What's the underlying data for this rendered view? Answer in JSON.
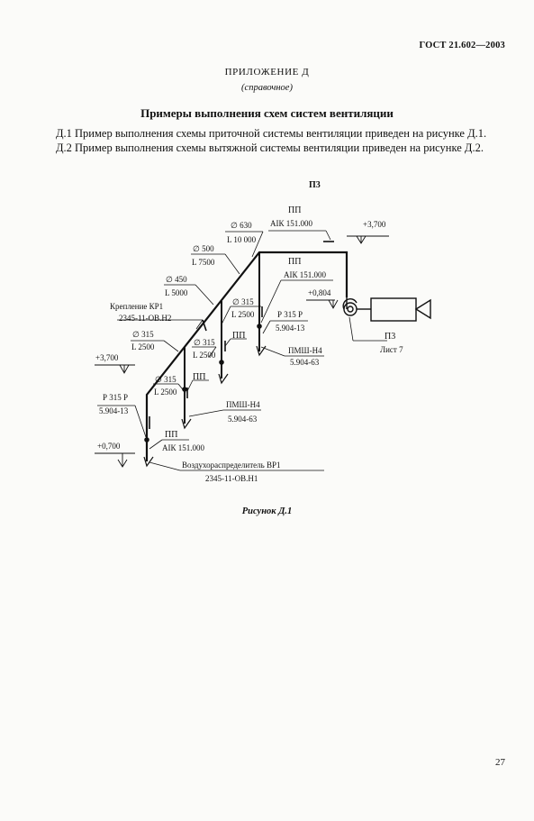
{
  "header": {
    "standard": "ГОСТ 21.602—2003"
  },
  "appendix": {
    "title": "ПРИЛОЖЕНИЕ Д",
    "note": "(справочное)"
  },
  "section": {
    "title": "Примеры выполнения схем систем вентиляции"
  },
  "paragraphs": [
    "Д.1 Пример выполнения схемы приточной системы вентиляции приведен на рисунке Д.1.",
    "Д.2 Пример выполнения схемы вытяжной системы вентиляции приведен на рисунке Д.2."
  ],
  "diagram": {
    "system_label": "П3",
    "top_pp": "ПП",
    "top_aik": "АIК 151.000",
    "elev_top": "+3,700",
    "d630": "∅ 630",
    "l10000": "L 10 000",
    "d500": "∅ 500",
    "l7500": "L 7500",
    "d450": "∅ 450",
    "l5000": "L 5000",
    "kreplenie": "Крепление КР1",
    "kreplenie_code": "2345-11-ОВ.Н2",
    "d315_a": "∅ 315",
    "l2500_a": "L 2500",
    "d315_b": "∅ 315",
    "l2500_b": "L 2500",
    "d315_c": "∅ 315",
    "l2500_c": "L 2500",
    "d315_d": "∅ 315",
    "l2500_d": "L 2500",
    "pp_mid": "ПП",
    "aik_mid": "АIК 151.000",
    "elev_0804": "+0,804",
    "p315p_a": "Р 315 Р",
    "code_a": "5.904-13",
    "pmsh_a": "ПМШ-Н4",
    "pmsh_code_a": "5.904-63",
    "pp_b": "ПП",
    "pp_c": "ПП",
    "elev_left": "+3,700",
    "p315p_b": "Р 315 Р",
    "code_b": "5.904-13",
    "pmsh_b": "ПМШ-Н4",
    "pmsh_code_b": "5.904-63",
    "pp_bottom": "ПП",
    "aik_bottom": "АIК 151.000",
    "elev_0700": "+0,700",
    "vozd": "Воздухораспределитель ВР1",
    "vozd_code": "2345-11-ОВ.Н1",
    "unit_label": "П3",
    "list": "Лист 7"
  },
  "figure": {
    "caption": "Рисунок Д.1"
  },
  "footer": {
    "page_number": "27"
  }
}
